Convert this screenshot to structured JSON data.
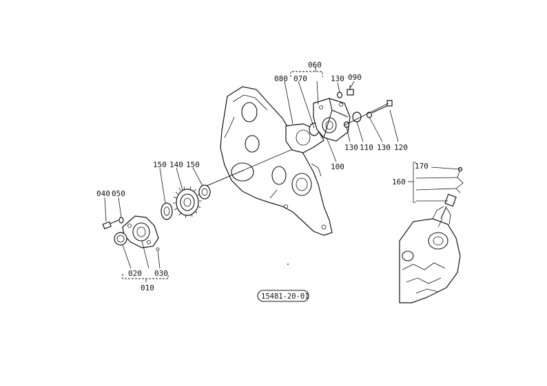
{
  "diagram_code": "15481-20-01",
  "part_labels": {
    "p010": "010",
    "p020": "020",
    "p030": "030",
    "p040": "040",
    "p050": "050",
    "p060": "060",
    "p070": "070",
    "p080": "080",
    "p090": "090",
    "p100": "100",
    "p110": "110",
    "p120": "120",
    "p130a": "130",
    "p130b": "130",
    "p130c": "130",
    "p140": "140",
    "p150a": "150",
    "p150b": "150",
    "p160": "160",
    "p170": "170"
  }
}
